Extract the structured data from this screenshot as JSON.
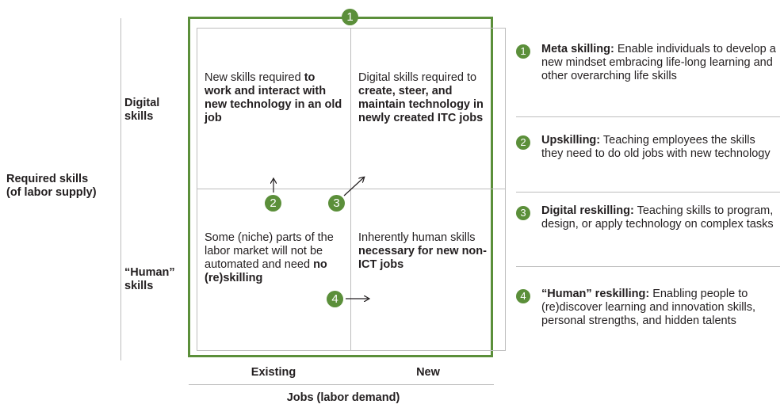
{
  "y_axis": {
    "title_line1": "Required skills",
    "title_line2": "(of labor supply)",
    "rows": [
      {
        "line1": "Digital",
        "line2": "skills"
      },
      {
        "line1": "“Human”",
        "line2": "skills"
      }
    ]
  },
  "x_axis": {
    "title": "Jobs (labor demand)",
    "cols": [
      "Existing",
      "New"
    ]
  },
  "quadrants": {
    "top_left": {
      "pre": "New skills required ",
      "bold": "to work and interact with new technology in an old job"
    },
    "top_right": {
      "pre": "Digital skills required to ",
      "bold": "create, steer, and maintain technology in newly created ITC jobs"
    },
    "bottom_left": {
      "pre": "Some (niche) parts of the labor market will not be automated and need ",
      "bold": "no (re)skilling"
    },
    "bottom_right": {
      "pre": "Inherently human skills ",
      "bold": "necessary for new non-ICT jobs"
    }
  },
  "markers": [
    "1",
    "2",
    "3",
    "4"
  ],
  "legend": [
    {
      "num": "1",
      "title": "Meta skilling:",
      "text": " Enable individuals to develop a new mindset embracing life-long learning and other overarching life skills"
    },
    {
      "num": "2",
      "title": "Upskilling:",
      "text": " Teaching employees the skills they need to do old jobs with new technology"
    },
    {
      "num": "3",
      "title": "Digital reskilling:",
      "text": " Teaching skills to program, design, or apply technology on complex tasks"
    },
    {
      "num": "4",
      "title": "“Human” reskilling:",
      "text": " Enabling people to (re)discover learning and innovation skills, personal strengths, and hidden talents"
    }
  ],
  "colors": {
    "accent": "#5b8f3a",
    "grid": "#bdbdbd",
    "text": "#231f20"
  }
}
